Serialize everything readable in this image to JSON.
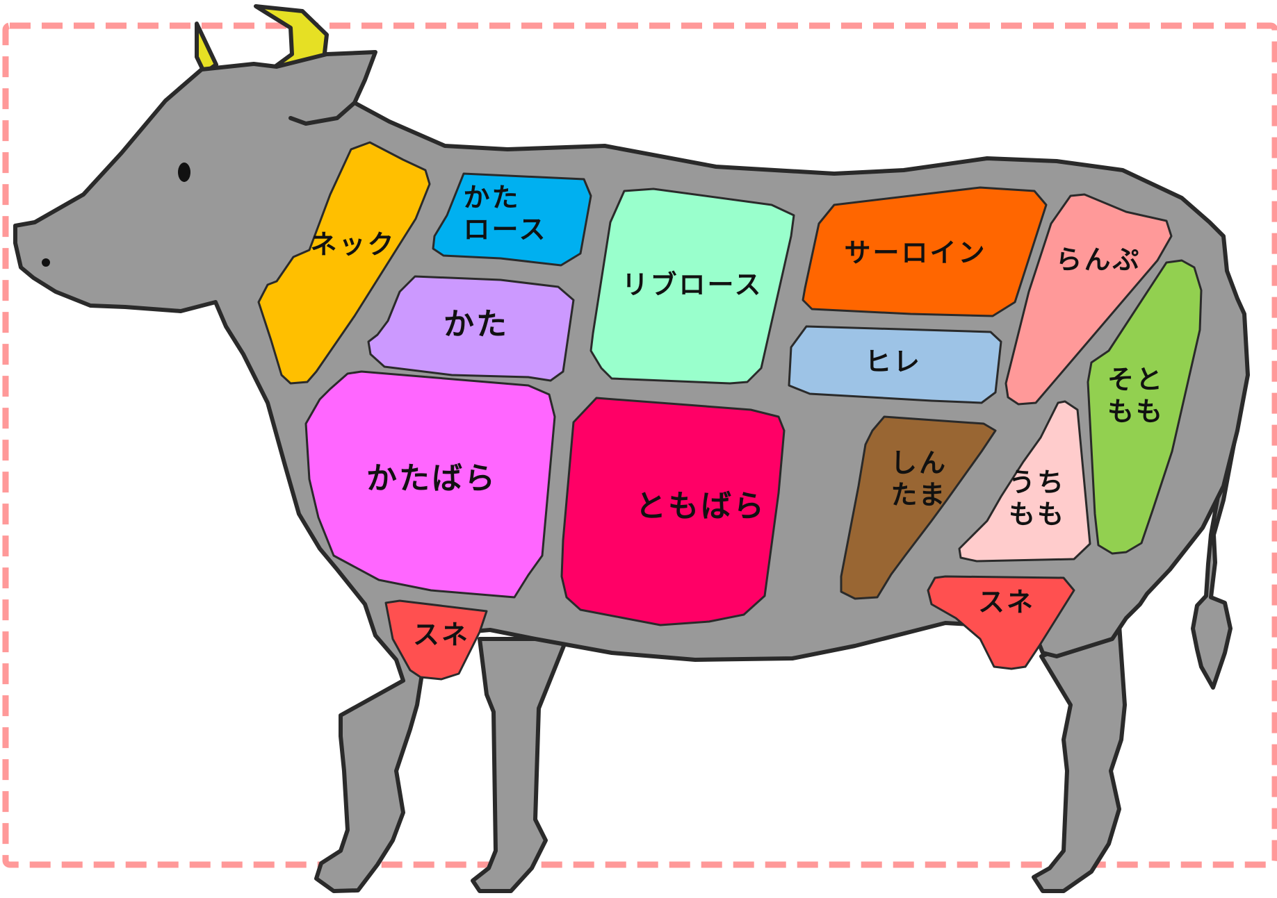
{
  "diagram": {
    "cuts": [
      {
        "id": "neck",
        "lines": [
          "ネック"
        ]
      },
      {
        "id": "kata-roast",
        "lines": [
          "かた",
          "ロース"
        ]
      },
      {
        "id": "kata",
        "lines": [
          "かた"
        ]
      },
      {
        "id": "ribroast",
        "lines": [
          "リブロース"
        ]
      },
      {
        "id": "sirloin",
        "lines": [
          "サーロイン"
        ]
      },
      {
        "id": "rump",
        "lines": [
          "らんぷ"
        ]
      },
      {
        "id": "hire",
        "lines": [
          "ヒレ"
        ]
      },
      {
        "id": "katabara",
        "lines": [
          "かたばら"
        ]
      },
      {
        "id": "tomobara",
        "lines": [
          "ともばら"
        ]
      },
      {
        "id": "shintama",
        "lines": [
          "しん",
          "たま"
        ]
      },
      {
        "id": "uchimomo",
        "lines": [
          "うち",
          "もも"
        ]
      },
      {
        "id": "sotomomo",
        "lines": [
          "そと",
          "もも"
        ]
      },
      {
        "id": "sune-front",
        "lines": [
          "スネ"
        ]
      },
      {
        "id": "sune-rear",
        "lines": [
          "スネ"
        ]
      }
    ],
    "colors": {
      "neck": "#ffbf00",
      "kata-roast": "#00b0f0",
      "kata": "#cc99ff",
      "ribroast": "#99ffcc",
      "sirloin": "#ff6600",
      "rump": "#ff9999",
      "hire": "#9dc3e6",
      "katabara": "#ff66ff",
      "tomobara": "#ff0066",
      "shintama": "#996633",
      "uchimomo": "#ffcccc",
      "sotomomo": "#92d050",
      "sune-front": "#ff5050",
      "sune-rear": "#ff5050",
      "body": "#999999",
      "outline": "#2a2a2a",
      "horn": "#e6e024",
      "frame": "#ff9999"
    }
  }
}
